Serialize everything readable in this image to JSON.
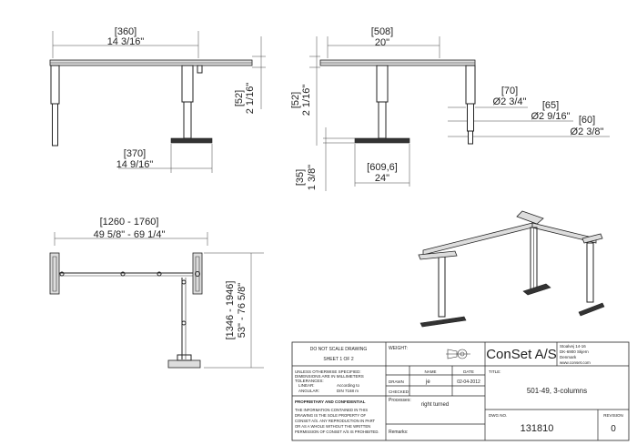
{
  "dimensions": {
    "top_left_mm": "[360]",
    "top_left_in": "14 3/16\"",
    "top_right_mm": "[508]",
    "top_right_in": "20\"",
    "height_52_mm": "[52]",
    "height_52_in": "2 1/16\"",
    "foot_left_mm": "[370]",
    "foot_left_in": "14 9/16\"",
    "dia70_mm": "[70]",
    "dia70_in": "Ø2 3/4\"",
    "dia65_mm": "[65]",
    "dia65_in": "Ø2 9/16\"",
    "dia60_mm": "[60]",
    "dia60_in": "Ø2 3/8\"",
    "foot_right_mm": "[609,6]",
    "foot_right_in": "24\"",
    "foot_h_mm": "[35]",
    "foot_h_in": "1 3/8\"",
    "width_range_mm": "[1260 - 1760]",
    "width_range_in": "49 5/8\" - 69 1/4\"",
    "depth_range_mm": "[1346 - 1946]",
    "depth_range_in": "53\" - 76 5/8\""
  },
  "title_block": {
    "no_scale": "DO NOT SCALE DRAWING",
    "sheet": "SHEET 1 OF 2",
    "weight_label": "WEIGHT:",
    "company": "ConSet A/S",
    "address_1": "Stoalvej 14-16",
    "address_2": "DK-6900 Skjern",
    "address_3": "Denmark",
    "address_4": "www.conset.com",
    "units_1": "UNLESS OTHERWISE SPECIFIED:",
    "units_2": "DIMENSIONS ARE IN MILLIMETERS",
    "tolerances": "TOLERANCES:",
    "linear": "LINEAR:",
    "angular": "ANGULAR:",
    "according_to": "According to",
    "din": "DIN 7168 m",
    "name_header": "NAME",
    "date_header": "DATE",
    "drawn_label": "DRAWN",
    "drawn_name": "je",
    "drawn_date": "02-04-2012",
    "checked_label": "CHECKED",
    "title_label": "TITLE:",
    "title_value": "501-49, 3-columns",
    "proprietary": "PROPRIETARY AND CONFIDENTIAL",
    "prop_1": "THE INFORMATION CONTAINED IN THIS",
    "prop_2": "DRAWING IS THE SOLE PROPERTY OF",
    "prop_3": "CONSET A/S. ANY REPRODUCTION IN PART",
    "prop_4": "OR AS A WHOLE WITHOUT THE WRITTEN",
    "prop_5": "PERMISSION OF CONSET A/S IS PROHIBITED.",
    "processes_label": "Processes:",
    "processes_value": "right turned",
    "remarks_label": "Remarks:",
    "dwg_no_label": "DWG NO.",
    "dwg_no_value": "131810",
    "revision_label": "REVISION",
    "revision_value": "0"
  }
}
